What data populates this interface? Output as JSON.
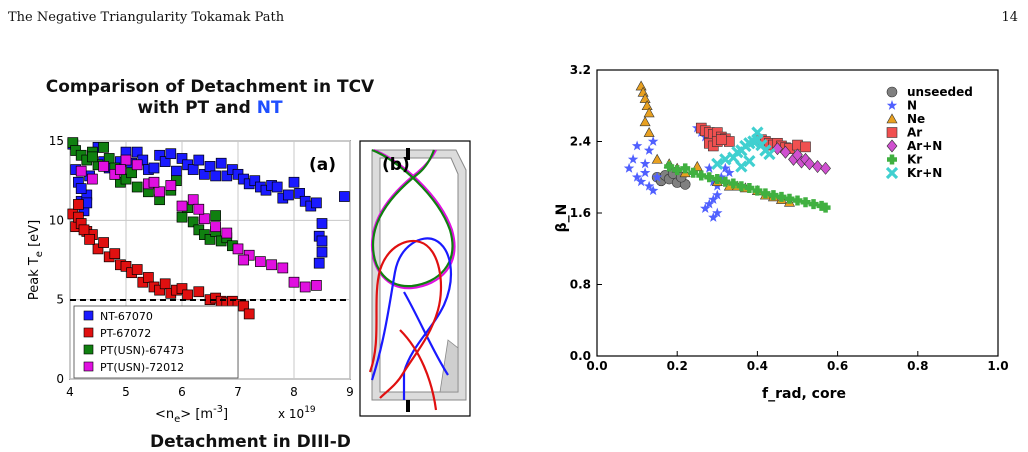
{
  "header": {
    "left": "The Negative Triangularity Tokamak Path",
    "right": "14"
  },
  "figure_left": {
    "title_line1": "Comparison of Detachment in TCV",
    "title_line2_prefix": "with PT and ",
    "title_line2_highlight": "NT",
    "panel_a_label": "(a)",
    "panel_b_label": "(b)",
    "ylabel_main": "Peak T",
    "ylabel_sub": "e",
    "ylabel_unit": " [eV]",
    "xlabel_main": "<n",
    "xlabel_sub": "e",
    "xlabel_rest": "> [m",
    "xlabel_sup": "-3",
    "xlabel_close": "]",
    "x_multiplier": "x 10",
    "x_multiplier_exp": "19",
    "bottom_caption_cut": "Detachment in DIII-D",
    "colors": {
      "NT": "#1a1aff",
      "PT": "#e01010",
      "PTUSN": "#108010",
      "PTUSN2": "#e010e0"
    }
  },
  "chart_data": [
    {
      "type": "scatter",
      "title": "Comparison of Detachment in TCV with PT and NT",
      "xlabel": "<n_e> [m^-3]",
      "ylabel": "Peak T_e [eV]",
      "xlim": [
        4,
        9
      ],
      "ylim": [
        0,
        15
      ],
      "x_ticks": [
        "4",
        "5",
        "6",
        "7",
        "8",
        "9"
      ],
      "y_ticks": [
        "0",
        "5",
        "10",
        "15"
      ],
      "grid": true,
      "legend_position": "bottom-left",
      "hline": 5,
      "series": [
        {
          "name": "NT-67070",
          "color": "#1a1aff",
          "x": [
            4.05,
            4.1,
            4.15,
            4.2,
            4.25,
            4.3,
            4.35,
            4.4,
            4.5,
            4.6,
            4.7,
            4.8,
            4.9,
            5.0,
            5.1,
            5.2,
            5.3,
            5.4,
            5.5,
            5.6,
            5.7,
            5.8,
            5.9,
            6.0,
            6.1,
            6.2,
            6.3,
            6.4,
            6.5,
            6.6,
            6.7,
            6.8,
            6.9,
            7.0,
            7.1,
            7.2,
            7.3,
            7.4,
            7.5,
            7.6,
            7.7,
            7.8,
            7.9,
            8.0,
            8.1,
            8.2,
            8.3,
            8.4,
            8.5,
            8.9,
            4.2,
            4.3,
            8.45,
            8.5,
            8.45,
            8.5
          ],
          "y": [
            14.8,
            13.2,
            12.4,
            11.2,
            10.6,
            11.6,
            12.8,
            14.1,
            14.6,
            13.7,
            13.3,
            12.9,
            13.7,
            14.3,
            13.6,
            14.3,
            13.8,
            13.2,
            13.3,
            14.1,
            13.7,
            14.2,
            13.1,
            13.9,
            13.5,
            13.2,
            13.8,
            12.9,
            13.4,
            12.8,
            13.6,
            12.8,
            13.2,
            12.9,
            12.6,
            12.3,
            12.5,
            12.1,
            11.9,
            12.2,
            12.1,
            11.4,
            11.6,
            12.4,
            11.7,
            11.2,
            10.9,
            11.1,
            9.8,
            11.5,
            12.0,
            11.1,
            9.0,
            8.0,
            7.3,
            8.7
          ]
        },
        {
          "name": "PT-67072",
          "color": "#e01010",
          "x": [
            4.05,
            4.1,
            4.15,
            4.2,
            4.3,
            4.4,
            4.5,
            4.6,
            4.7,
            4.8,
            4.9,
            5.0,
            5.1,
            5.2,
            5.3,
            5.4,
            5.5,
            5.6,
            5.7,
            5.8,
            5.9,
            6.0,
            6.1,
            6.3,
            6.5,
            6.6,
            6.7,
            6.8,
            6.9,
            7.0,
            7.1,
            7.2,
            4.15,
            4.25,
            4.35
          ],
          "y": [
            10.4,
            9.6,
            10.2,
            9.8,
            9.3,
            9.1,
            8.2,
            8.6,
            7.7,
            7.9,
            7.2,
            7.1,
            6.7,
            6.9,
            6.1,
            6.4,
            5.8,
            5.6,
            6.0,
            5.4,
            5.6,
            5.7,
            5.3,
            5.5,
            5.0,
            5.1,
            4.9,
            4.8,
            4.9,
            4.7,
            4.6,
            4.1,
            11.0,
            9.4,
            8.8
          ]
        },
        {
          "name": "PT(USN)-67473",
          "color": "#108010",
          "x": [
            4.05,
            4.1,
            4.2,
            4.3,
            4.4,
            4.5,
            4.6,
            4.7,
            4.8,
            4.9,
            5.0,
            5.2,
            5.4,
            5.6,
            5.8,
            6.0,
            6.1,
            6.2,
            6.3,
            6.4,
            6.5,
            6.6,
            6.7,
            6.8,
            6.9,
            4.4,
            5.1,
            5.9,
            6.6
          ],
          "y": [
            14.9,
            14.4,
            14.1,
            13.8,
            14.3,
            13.5,
            14.6,
            13.9,
            13.3,
            12.4,
            12.6,
            12.1,
            11.8,
            11.3,
            11.9,
            10.2,
            10.8,
            9.9,
            9.4,
            9.1,
            8.8,
            9.3,
            8.7,
            8.9,
            8.4,
            14.0,
            13.0,
            12.5,
            10.3
          ]
        },
        {
          "name": "PT(USN)-72012",
          "color": "#e010e0",
          "x": [
            4.2,
            4.4,
            4.6,
            4.8,
            5.0,
            5.2,
            5.4,
            5.6,
            5.8,
            6.0,
            6.2,
            6.4,
            6.6,
            6.8,
            7.0,
            7.2,
            7.4,
            7.6,
            7.8,
            8.0,
            8.2,
            8.4,
            4.9,
            5.5,
            6.3,
            7.1
          ],
          "y": [
            13.1,
            12.6,
            13.4,
            12.9,
            13.8,
            13.5,
            12.3,
            11.8,
            12.2,
            10.9,
            11.3,
            10.1,
            9.6,
            9.2,
            8.2,
            7.8,
            7.4,
            7.2,
            7.0,
            6.1,
            5.8,
            5.9,
            13.2,
            12.4,
            10.7,
            7.5
          ]
        }
      ]
    },
    {
      "type": "scatter",
      "xlabel": "f_rad, core",
      "ylabel": "β_N",
      "xlim": [
        0.0,
        1.0
      ],
      "ylim": [
        0.0,
        3.2
      ],
      "x_ticks": [
        "0.0",
        "0.2",
        "0.4",
        "0.6",
        "0.8",
        "1.0"
      ],
      "y_ticks": [
        "0.0",
        "0.8",
        "1.6",
        "2.4",
        "3.2"
      ],
      "grid": false,
      "legend_position": "top-right",
      "series": [
        {
          "name": "unseeded",
          "color": "#808080",
          "marker": "circle",
          "x": [
            0.15,
            0.16,
            0.17,
            0.18,
            0.2,
            0.22,
            0.19,
            0.21
          ],
          "y": [
            2.0,
            1.96,
            2.02,
            1.98,
            1.94,
            1.92,
            2.04,
            2.0
          ]
        },
        {
          "name": "N",
          "color": "#5060ff",
          "marker": "star",
          "x": [
            0.08,
            0.09,
            0.1,
            0.11,
            0.12,
            0.13,
            0.14,
            0.1,
            0.12,
            0.13,
            0.14,
            0.15,
            0.25,
            0.26,
            0.27,
            0.28,
            0.29,
            0.3,
            0.28,
            0.27,
            0.29,
            0.3,
            0.31,
            0.32,
            0.33,
            0.3,
            0.29
          ],
          "y": [
            2.1,
            2.2,
            2.0,
            1.95,
            2.05,
            2.3,
            2.4,
            2.35,
            2.15,
            1.9,
            1.85,
            2.0,
            2.55,
            2.5,
            2.45,
            2.1,
            1.95,
            1.8,
            1.7,
            1.65,
            1.75,
            1.9,
            2.0,
            2.1,
            2.05,
            1.6,
            1.55
          ]
        },
        {
          "name": "Ne",
          "color": "#e8a020",
          "marker": "triangle",
          "x": [
            0.11,
            0.115,
            0.12,
            0.125,
            0.13,
            0.12,
            0.13,
            0.15,
            0.18,
            0.2,
            0.22,
            0.25,
            0.3,
            0.33,
            0.35,
            0.37,
            0.4,
            0.42,
            0.44,
            0.46,
            0.48
          ],
          "y": [
            3.02,
            2.95,
            2.88,
            2.8,
            2.72,
            2.62,
            2.5,
            2.2,
            2.15,
            2.1,
            2.05,
            2.12,
            1.95,
            1.9,
            1.9,
            1.88,
            1.85,
            1.8,
            1.78,
            1.75,
            1.72
          ]
        },
        {
          "name": "Ar",
          "color": "#f05050",
          "marker": "square",
          "x": [
            0.26,
            0.27,
            0.28,
            0.29,
            0.3,
            0.31,
            0.32,
            0.33,
            0.28,
            0.29,
            0.3,
            0.31,
            0.41,
            0.42,
            0.43,
            0.44,
            0.45,
            0.46,
            0.47,
            0.48,
            0.5,
            0.52
          ],
          "y": [
            2.55,
            2.52,
            2.5,
            2.48,
            2.5,
            2.45,
            2.43,
            2.4,
            2.38,
            2.35,
            2.4,
            2.42,
            2.42,
            2.4,
            2.38,
            2.36,
            2.38,
            2.35,
            2.33,
            2.32,
            2.36,
            2.34
          ]
        },
        {
          "name": "Ar+N",
          "color": "#d050d0",
          "marker": "diamond",
          "x": [
            0.45,
            0.47,
            0.49,
            0.5,
            0.51,
            0.52,
            0.53,
            0.55,
            0.57
          ],
          "y": [
            2.32,
            2.28,
            2.2,
            2.25,
            2.17,
            2.2,
            2.15,
            2.12,
            2.1
          ]
        },
        {
          "name": "Kr",
          "color": "#40b040",
          "marker": "plus",
          "x": [
            0.22,
            0.24,
            0.26,
            0.28,
            0.3,
            0.32,
            0.34,
            0.36,
            0.38,
            0.4,
            0.42,
            0.44,
            0.46,
            0.48,
            0.5,
            0.52,
            0.54,
            0.56,
            0.57,
            0.2,
            0.18
          ],
          "y": [
            2.1,
            2.05,
            2.02,
            2.0,
            1.98,
            1.95,
            1.93,
            1.9,
            1.88,
            1.85,
            1.82,
            1.8,
            1.78,
            1.76,
            1.74,
            1.72,
            1.7,
            1.68,
            1.66,
            2.08,
            2.12
          ]
        },
        {
          "name": "Kr+N",
          "color": "#40d0d0",
          "marker": "x",
          "x": [
            0.3,
            0.32,
            0.34,
            0.35,
            0.36,
            0.37,
            0.38,
            0.39,
            0.4,
            0.41,
            0.42,
            0.43,
            0.36,
            0.38,
            0.4
          ],
          "y": [
            2.15,
            2.2,
            2.22,
            2.28,
            2.3,
            2.35,
            2.38,
            2.4,
            2.42,
            2.36,
            2.3,
            2.26,
            2.12,
            2.18,
            2.5
          ]
        }
      ]
    }
  ]
}
